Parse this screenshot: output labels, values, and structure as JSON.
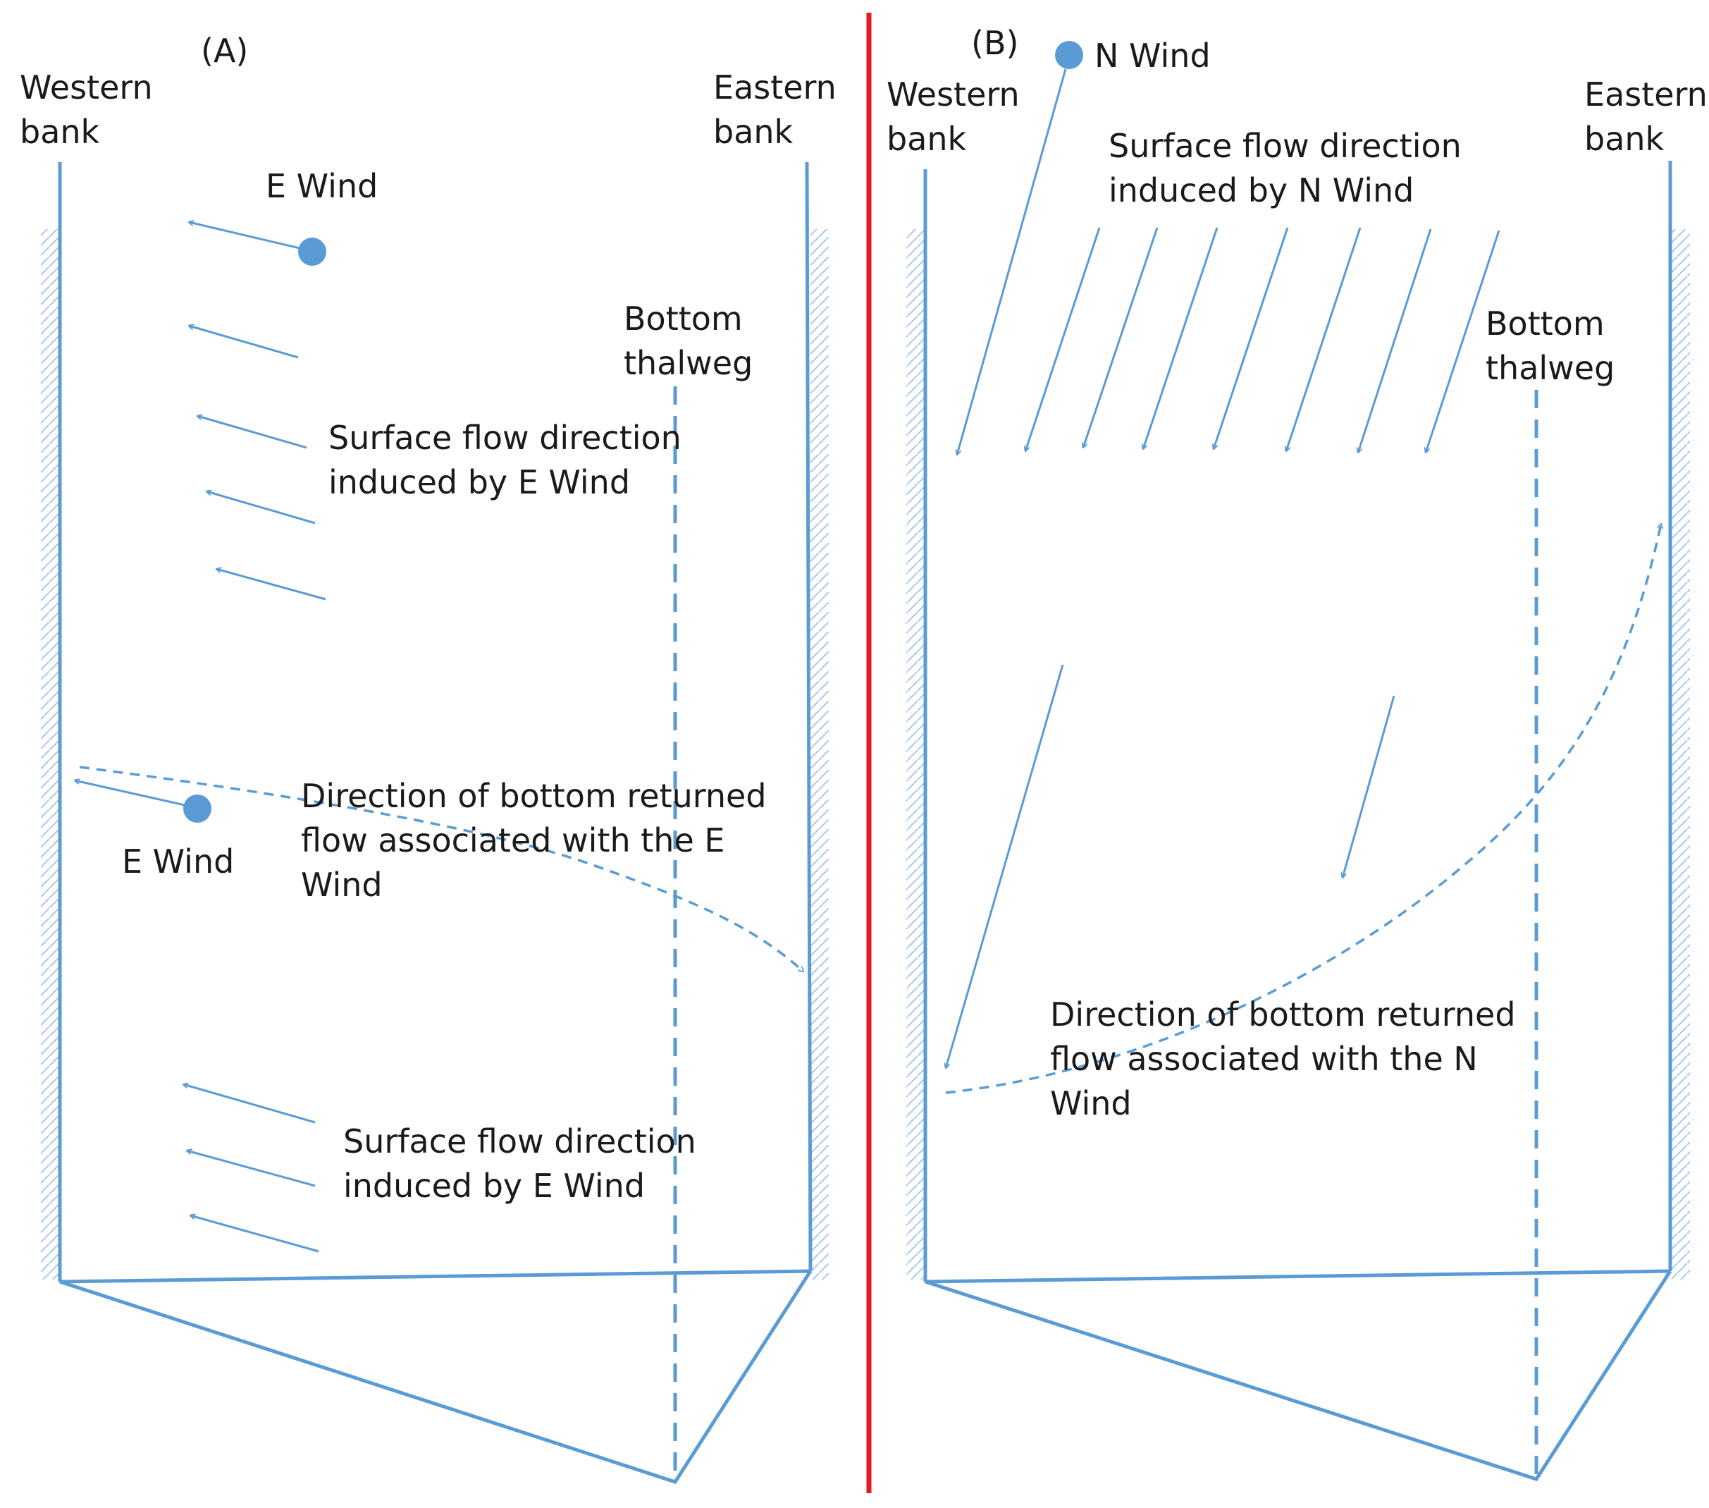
{
  "colors": {
    "line": "#5b9bd5",
    "divider": "#e41a1c",
    "text": "#1a1a1a",
    "hatch": "#a9c8ea"
  },
  "panel_a": {
    "label": "(A)",
    "western_bank": [
      "Western",
      "bank"
    ],
    "eastern_bank": [
      "Eastern",
      "bank"
    ],
    "wind_label_top": "E Wind",
    "wind_label_bottom": "E Wind",
    "thalweg_label": [
      "Bottom",
      "thalweg"
    ],
    "surface_flow_top": [
      "Surface flow direction",
      "induced by E Wind"
    ],
    "return_flow": [
      "Direction of bottom returned",
      "flow associated with the E",
      "Wind"
    ],
    "surface_flow_bottom": [
      "Surface flow direction",
      "induced by E Wind"
    ]
  },
  "panel_b": {
    "label": "(B)",
    "western_bank": [
      "Western",
      "bank"
    ],
    "eastern_bank": [
      "Eastern",
      "bank"
    ],
    "wind_label": "N Wind",
    "thalweg_label": [
      "Bottom",
      "thalweg"
    ],
    "surface_flow": [
      "Surface flow direction",
      "induced by N Wind"
    ],
    "return_flow": [
      "Direction of bottom returned",
      "flow associated with the N",
      "Wind"
    ]
  }
}
